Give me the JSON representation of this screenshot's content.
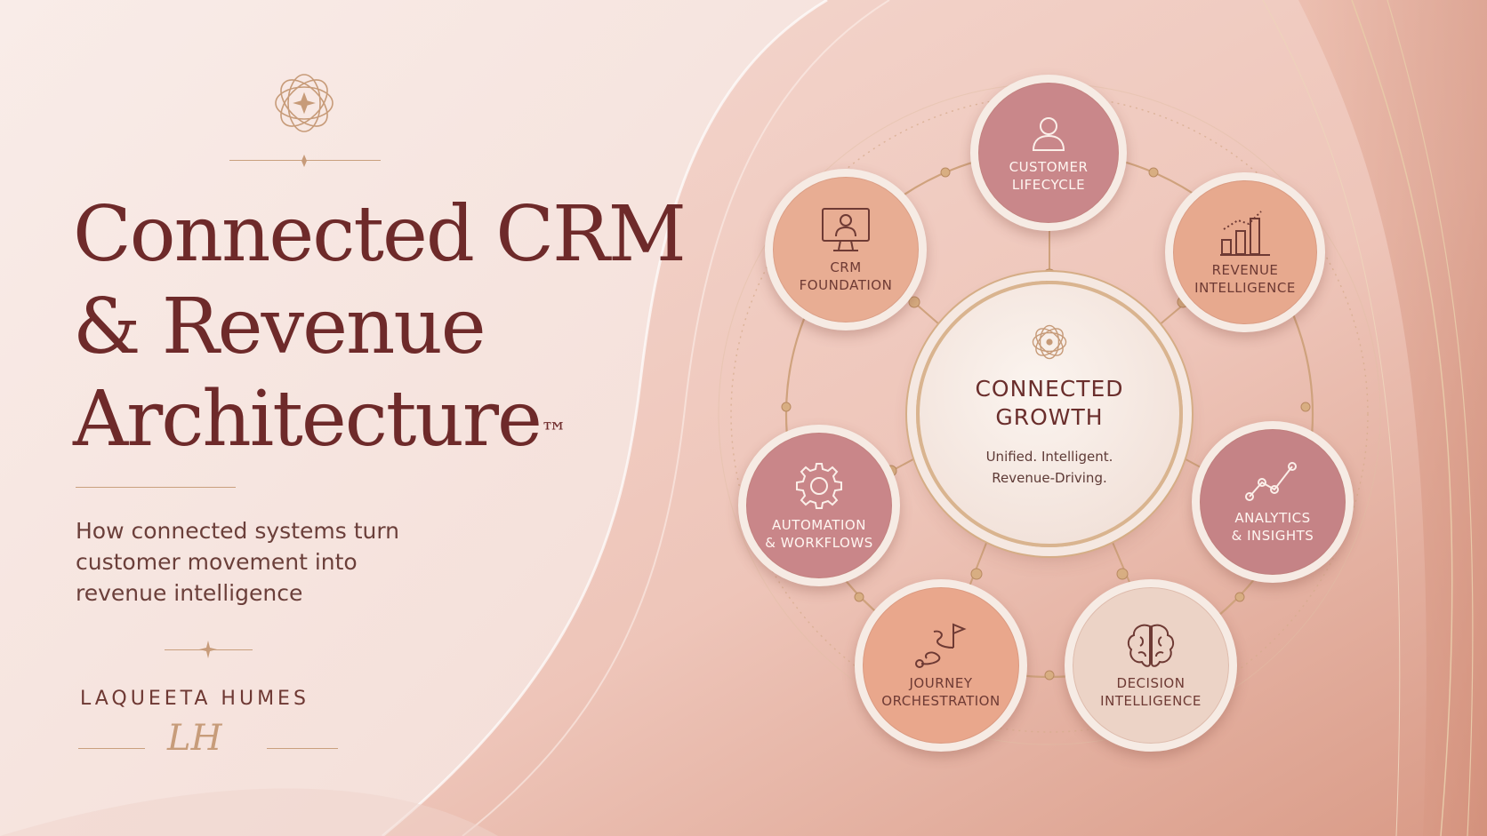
{
  "title": {
    "line1": "Connected CRM",
    "line2": "& Revenue",
    "line3": "Architecture",
    "trademark": "™"
  },
  "subtitle": {
    "line1": "How connected systems turn",
    "line2": "customer movement into",
    "line3": "revenue intelligence"
  },
  "author": "LAQUEETA HUMES",
  "monogram": "LH",
  "hub": {
    "title_line1": "CONNECTED",
    "title_line2": "GROWTH",
    "tagline_line1": "Unified. Intelligent.",
    "tagline_line2": "Revenue-Driving."
  },
  "nodes": [
    {
      "line1": "CUSTOMER",
      "line2": "LIFECYCLE",
      "icon": "person-icon",
      "color": "#c9878a"
    },
    {
      "line1": "REVENUE",
      "line2": "INTELLIGENCE",
      "icon": "bar-chart-icon",
      "color": "#e7a98e"
    },
    {
      "line1": "ANALYTICS",
      "line2": "& INSIGHTS",
      "icon": "line-chart-icon",
      "color": "#c58386"
    },
    {
      "line1": "DECISION",
      "line2": "INTELLIGENCE",
      "icon": "brain-icon",
      "color": "#ecd3c6"
    },
    {
      "line1": "JOURNEY",
      "line2": "ORCHESTRATION",
      "icon": "flag-path-icon",
      "color": "#e9a78c"
    },
    {
      "line1": "AUTOMATION",
      "line2": "& WORKFLOWS",
      "icon": "gear-icon",
      "color": "#c98689"
    },
    {
      "line1": "CRM",
      "line2": "FOUNDATION",
      "icon": "monitor-user-icon",
      "color": "#e8ad93"
    }
  ],
  "colors": {
    "title": "#6e2a2a",
    "gold": "#c9a07e",
    "background": "#f3d9d1"
  }
}
